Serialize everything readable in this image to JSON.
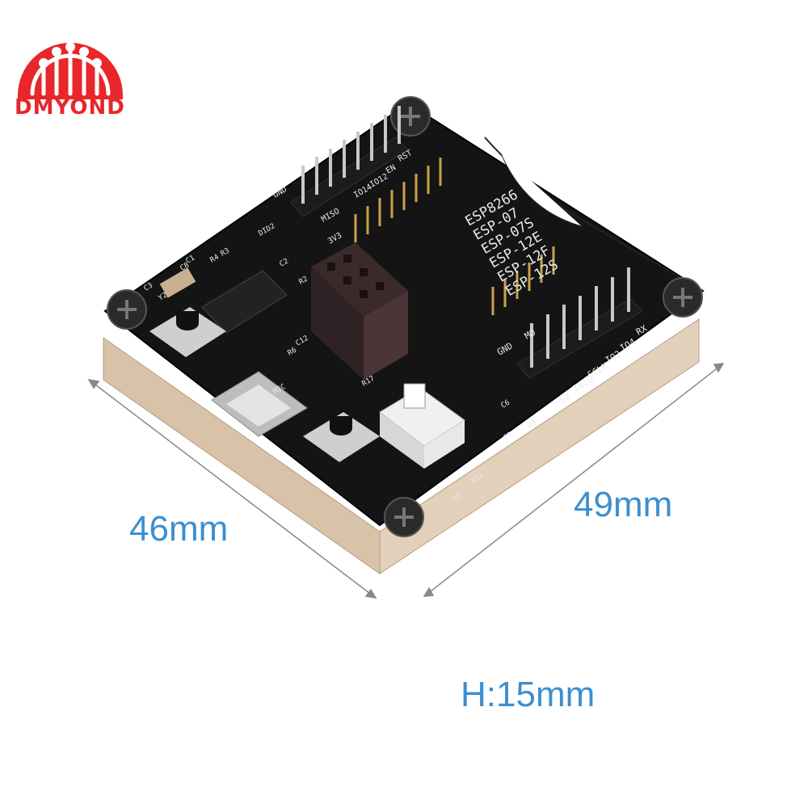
{
  "brand": {
    "name": "DMYOND",
    "accent": "#e8262b"
  },
  "board": {
    "module_list": [
      "ESP8266",
      "ESP-07",
      "ESP-07S",
      "ESP-12E",
      "ESP-12F",
      "ESP-12S"
    ],
    "silkscreen": {
      "left_header": [
        "GND",
        "MISO",
        "IO14",
        "IO12",
        "EN",
        "RST",
        "3V3"
      ],
      "right_header": [
        "RX",
        "IO4",
        "IO2",
        "SCLK",
        "IO10",
        "5V",
        "GND",
        "MO"
      ],
      "components": [
        "DID2",
        "C1",
        "C2",
        "C3",
        "C8",
        "R4",
        "R3",
        "R6",
        "C12",
        "R17",
        "R9",
        "C6",
        "C7",
        "R11",
        "D5",
        "Y2",
        "R2",
        "MIC"
      ]
    },
    "pcb_color": "#141414",
    "acrylic_color": "#d8c2a8"
  },
  "dimensions": {
    "width": "46mm",
    "depth": "49mm",
    "height": "H:15mm",
    "color": "#3b8fd0"
  }
}
